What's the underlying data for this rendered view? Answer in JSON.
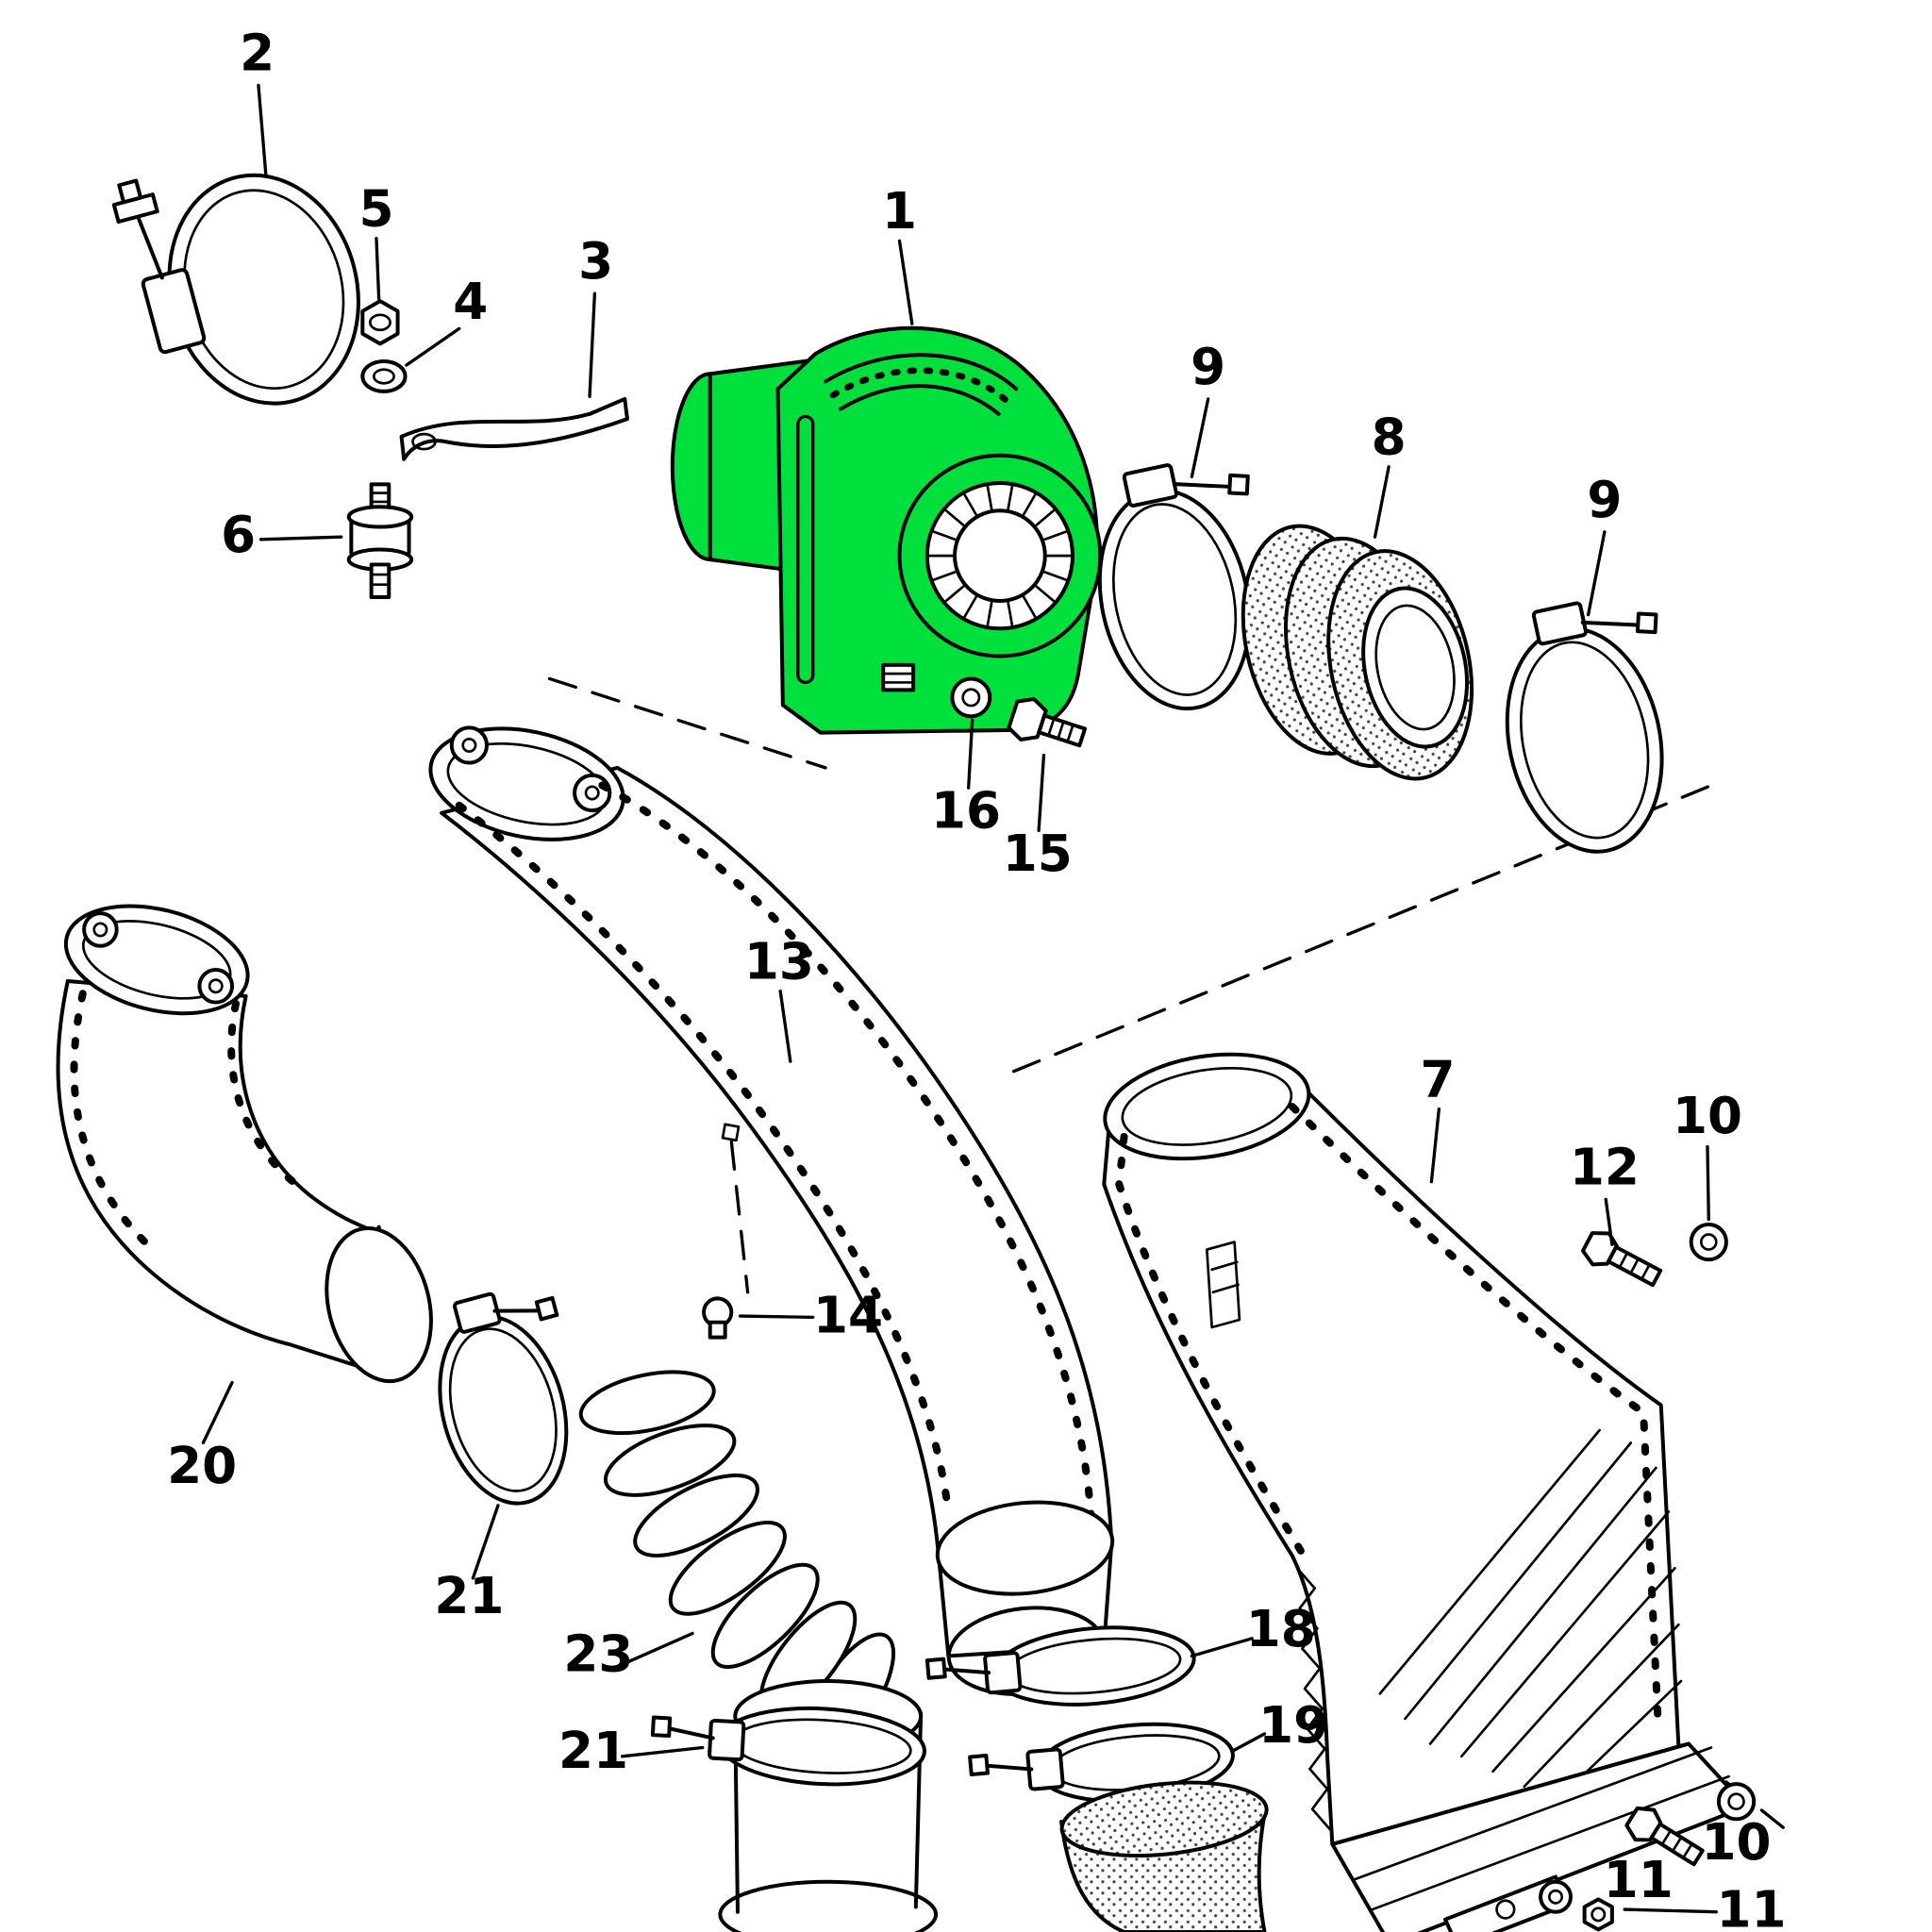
{
  "diagram": {
    "kind": "exploded-parts-diagram",
    "highlighted_part_number": "1"
  },
  "colors": {
    "highlight": "#00e03c",
    "line": "#000000",
    "background": "#ffffff"
  },
  "parts": [
    {
      "number": "1",
      "name": "blower housing",
      "highlighted": true
    },
    {
      "number": "2",
      "name": "hose clamp"
    },
    {
      "number": "3",
      "name": "retaining strap"
    },
    {
      "number": "4",
      "name": "washer"
    },
    {
      "number": "5",
      "name": "nut"
    },
    {
      "number": "6",
      "name": "rubber mounting"
    },
    {
      "number": "7",
      "name": "air duct"
    },
    {
      "number": "8",
      "name": "connecting hose"
    },
    {
      "number": "9",
      "name": "hose clamp",
      "instance": 1
    },
    {
      "number": "9",
      "name": "hose clamp",
      "instance": 2
    },
    {
      "number": "10",
      "name": "washer",
      "instance": 1
    },
    {
      "number": "10",
      "name": "washer",
      "instance": 2
    },
    {
      "number": "11",
      "name": "screw",
      "instance": 1
    },
    {
      "number": "11",
      "name": "screw",
      "instance": 2
    },
    {
      "number": "12",
      "name": "screw"
    },
    {
      "number": "13",
      "name": "air duct"
    },
    {
      "number": "14",
      "name": "clip"
    },
    {
      "number": "15",
      "name": "bolt"
    },
    {
      "number": "16",
      "name": "washer"
    },
    {
      "number": "18",
      "name": "hose clamp"
    },
    {
      "number": "19",
      "name": "hose clamp"
    },
    {
      "number": "20",
      "name": "air tube"
    },
    {
      "number": "21",
      "name": "hose clamp",
      "instance": 1
    },
    {
      "number": "21",
      "name": "hose clamp",
      "instance": 2
    },
    {
      "number": "23",
      "name": "flexible hose"
    }
  ]
}
